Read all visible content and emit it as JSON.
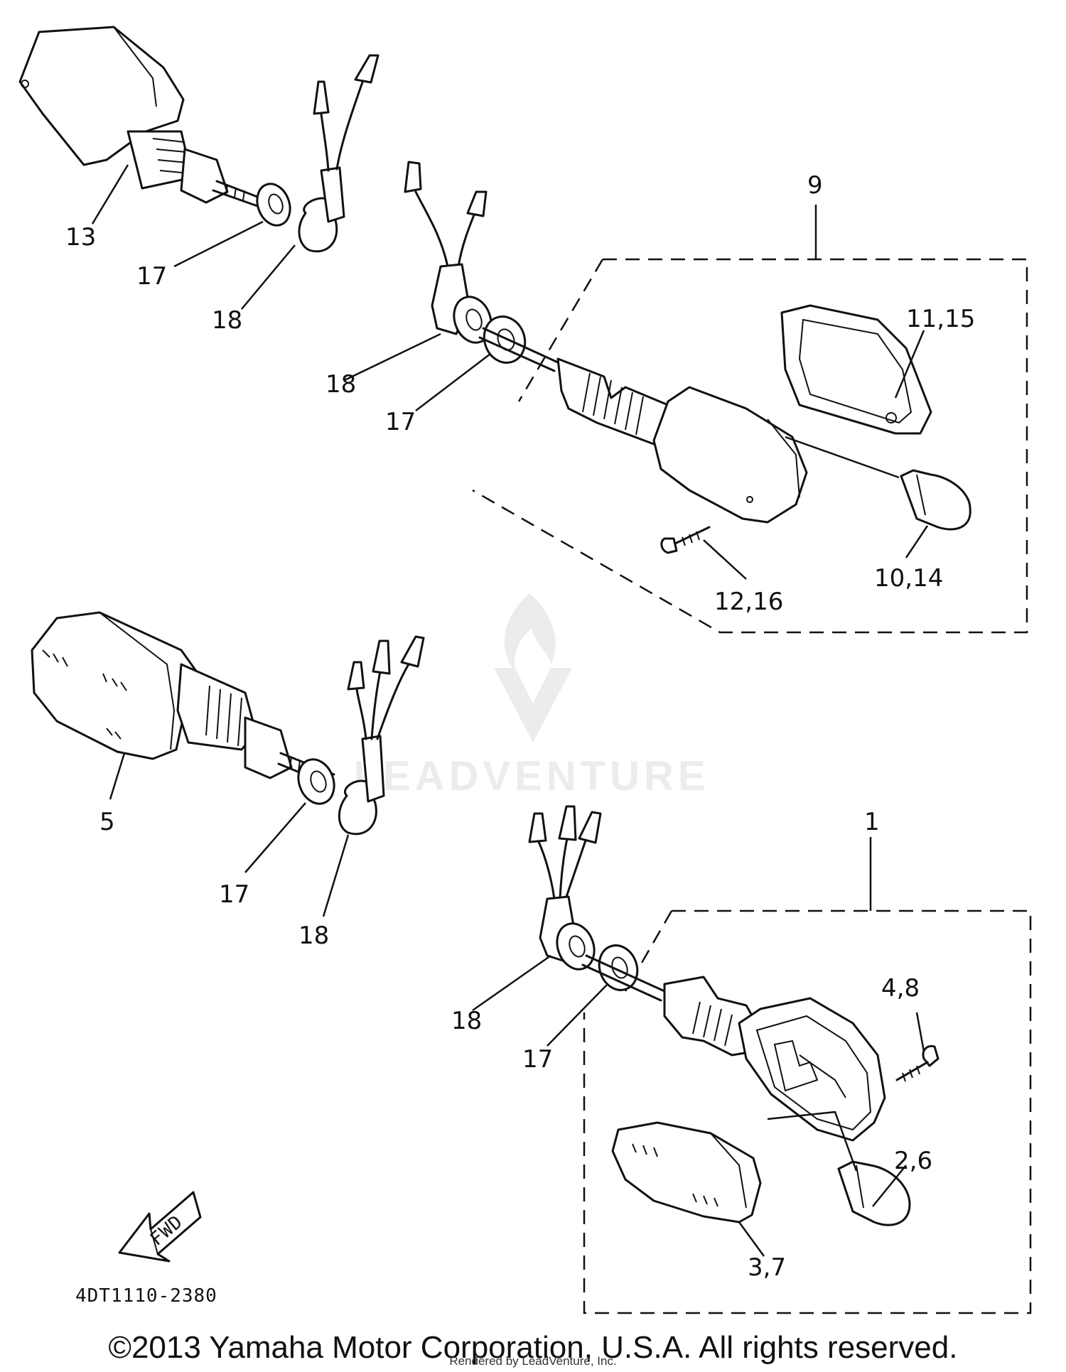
{
  "diagram": {
    "drawing_code": "4DT1110-2380",
    "direction_arrow": "FWD",
    "watermark": "LEADVENTURE",
    "watermark_icon": "flame-v-logo-icon",
    "callouts": {
      "c13": "13",
      "c17a": "17",
      "c18a": "18",
      "c9": "9",
      "c11_15": "11,15",
      "c18b": "18",
      "c17b": "17",
      "c10_14": "10,14",
      "c12_16": "12,16",
      "c5": "5",
      "c17c": "17",
      "c18c": "18",
      "c1": "1",
      "c18d": "18",
      "c17d": "17",
      "c4_8": "4,8",
      "c2_6": "2,6",
      "c3_7": "3,7"
    }
  },
  "footer": {
    "copyright": "©2013 Yamaha Motor Corporation, U.S.A. All rights reserved.",
    "rendered_by": "Rendered by LeadVenture, Inc."
  }
}
